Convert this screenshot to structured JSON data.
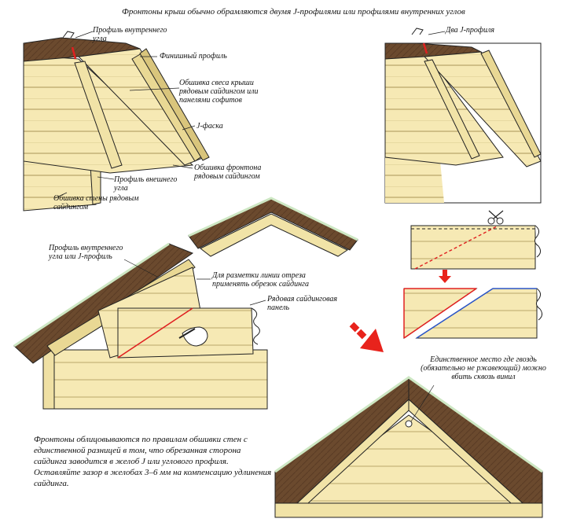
{
  "header": {
    "title": "Фронтоны крыш обычно обрамляются двумя J-профилями или профилями внутренних углов"
  },
  "labels": {
    "inner_corner": "Профиль внутреннего угла",
    "finish": "Финишный профиль",
    "eave_cladding": "Обшивка свеса крыши рядовым сайдингом или панелями софитов",
    "j_bevel": "J-фаска",
    "gable_cladding": "Обшивка фронтона рядовым сайдингом",
    "outer_corner": "Профиль внешнего угла",
    "wall_cladding": "Обшивка стены рядовым сайдингом",
    "two_j": "Два J-профиля",
    "inner_or_j": "Профиль внутреннего угла или J-профиль",
    "cut_template": "Для разметки линии отреза применять обрезок сайдинга",
    "panel": "Рядовая сайдинговая панель",
    "nail_only": "Единственное место где гвоздь (обязательно не ржавеющий) можно вбить сквозь винил"
  },
  "footer_note": "Фронтоны облицовываются по правилам обшивки стен с единственной разницей в том, что обрезанная сторона сайдинга заводится в желоб J или углового профиля. Оставляйте зазор в желобах 3–6 мм на компенсацию удлинения сайдинга.",
  "colors": {
    "roof": "#6b4a2e",
    "roof_dark": "#3d2a1a",
    "siding": "#f6e9b4",
    "siding_line": "#c9b87c",
    "green_edge": "#cde7c3",
    "cut_line": "#e02020",
    "blue_line": "#2a55c8",
    "arrow": "#e8231c"
  },
  "icons": [
    "scissors-icon",
    "hand-pencil-icon",
    "nail-icon",
    "red-arrow-icon"
  ]
}
